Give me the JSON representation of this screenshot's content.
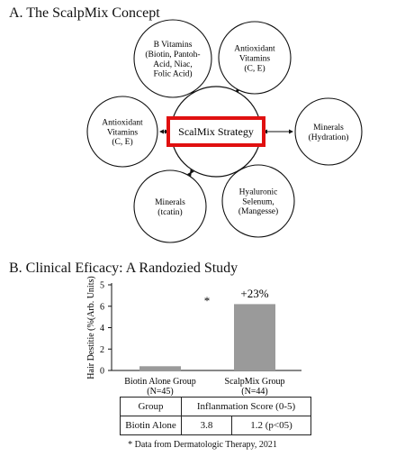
{
  "section_a": {
    "title": "A. The ScalpMix Concept",
    "center_label": "ScalMix Strategy",
    "nodes": [
      {
        "lines": [
          "B Vitamins",
          "(Biotin, Pantoh-",
          "Acid, Niac,",
          "Folic Acid)"
        ]
      },
      {
        "lines": [
          "Antioxidant",
          "Vitamins",
          "(C, E)"
        ]
      },
      {
        "lines": [
          "Minerals",
          "(Hydration)"
        ]
      },
      {
        "lines": [
          "Hyaluronic",
          "Selenum,",
          "(Mangesse)"
        ]
      },
      {
        "lines": [
          "Minerals",
          "(tcatin)"
        ]
      },
      {
        "lines": [
          "Antioxidant",
          "Vitamins",
          "(C, E)"
        ]
      }
    ],
    "accent_color": "#e01010"
  },
  "section_b": {
    "title": "B. Clinical Eficacy: A Randozied Study",
    "table": {
      "header": [
        "Group",
        "Inflanmation Score (0-5)"
      ],
      "row": [
        "Biotin Alone",
        "3.8",
        "1.2 (p<05)"
      ]
    },
    "footnote": "* Data from Dermatologic Therapy, 2021"
  },
  "chart_data": {
    "type": "bar",
    "categories": [
      "Biotin Alone Group\n(N=45)",
      "ScalpMix Group\n(N=44)"
    ],
    "values": [
      0.4,
      6.2
    ],
    "ylabel": "Hair Destitie (%(Arb. Units)",
    "ylim": [
      0,
      8
    ],
    "yticks": [
      0,
      2,
      4,
      6,
      8
    ],
    "ytick_labels": [
      "0",
      "2",
      "4",
      "6",
      "5"
    ],
    "annotations": [
      "*",
      "+23%"
    ],
    "bar_color": "#9a9a9a"
  }
}
